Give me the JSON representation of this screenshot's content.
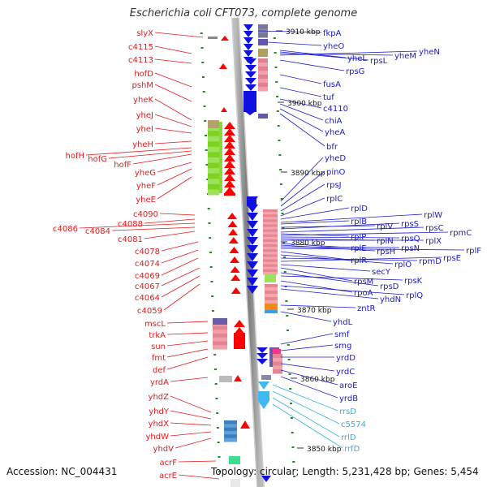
{
  "title": "Escherichia coli CFT073, complete genome",
  "footer": {
    "accession": "Accession: NC_004431",
    "topology": "Topology: circular; Length: 5,231,428 bp; Genes: 5,454"
  },
  "colors": {
    "left_label": "#e31a1c",
    "right_label": "#1a1acc",
    "rna_label": "#33b0e0",
    "left_arrow": "#ff0000",
    "right_arrow": "#1010e0",
    "rna_arrow": "#40b8f0",
    "axis": "#8a8a8a",
    "tick": "#1f8a1f"
  },
  "scale_labels": [
    "3910 kbp",
    "3900 kbp",
    "3890 kbp",
    "3880 kbp",
    "3870 kbp",
    "3860 kbp",
    "3850 kbp"
  ],
  "left_genes": [
    "slyX",
    "c4115",
    "c4113",
    "hofD",
    "pshM",
    "yheK",
    "yheJ",
    "yheI",
    "yheH",
    "hofH",
    "hofG",
    "hofF",
    "yheG",
    "yheF",
    "yheE",
    "c4090",
    "c4088",
    "c4086",
    "c4084",
    "c4081",
    "c4078",
    "c4074",
    "c4069",
    "c4067",
    "c4064",
    "c4059",
    "mscL",
    "trkA",
    "sun",
    "fmt",
    "def",
    "yrdA",
    "yhdZ",
    "yhdY",
    "yhdX",
    "yhdW",
    "yhdV",
    "acrF",
    "acrE"
  ],
  "right_genes": [
    "fkpA",
    "yheO",
    "yheL",
    "rpsL",
    "yheM",
    "yheN",
    "rpsG",
    "fusA",
    "tuf",
    "c4110",
    "chiA",
    "yheA",
    "bfr",
    "yheD",
    "pinO",
    "rpsJ",
    "rplC",
    "rplD",
    "rplW",
    "rplB",
    "rplV",
    "rpsS",
    "rpsC",
    "rplP",
    "rpmC",
    "rpsQ",
    "rplN",
    "rplX",
    "rplE",
    "rpsH",
    "rpsN",
    "rplF",
    "rplR",
    "rplO",
    "rpmD",
    "rpsE",
    "secY",
    "rpsM",
    "rpsD",
    "rpsK",
    "rpoA",
    "rplQ",
    "yhdN",
    "zntR",
    "yhdL",
    "smf",
    "smg",
    "yrdD",
    "yrdC",
    "aroE",
    "yrdB"
  ],
  "rna_genes": [
    "rrsD",
    "c5574",
    "rrlD",
    "rrfD"
  ]
}
